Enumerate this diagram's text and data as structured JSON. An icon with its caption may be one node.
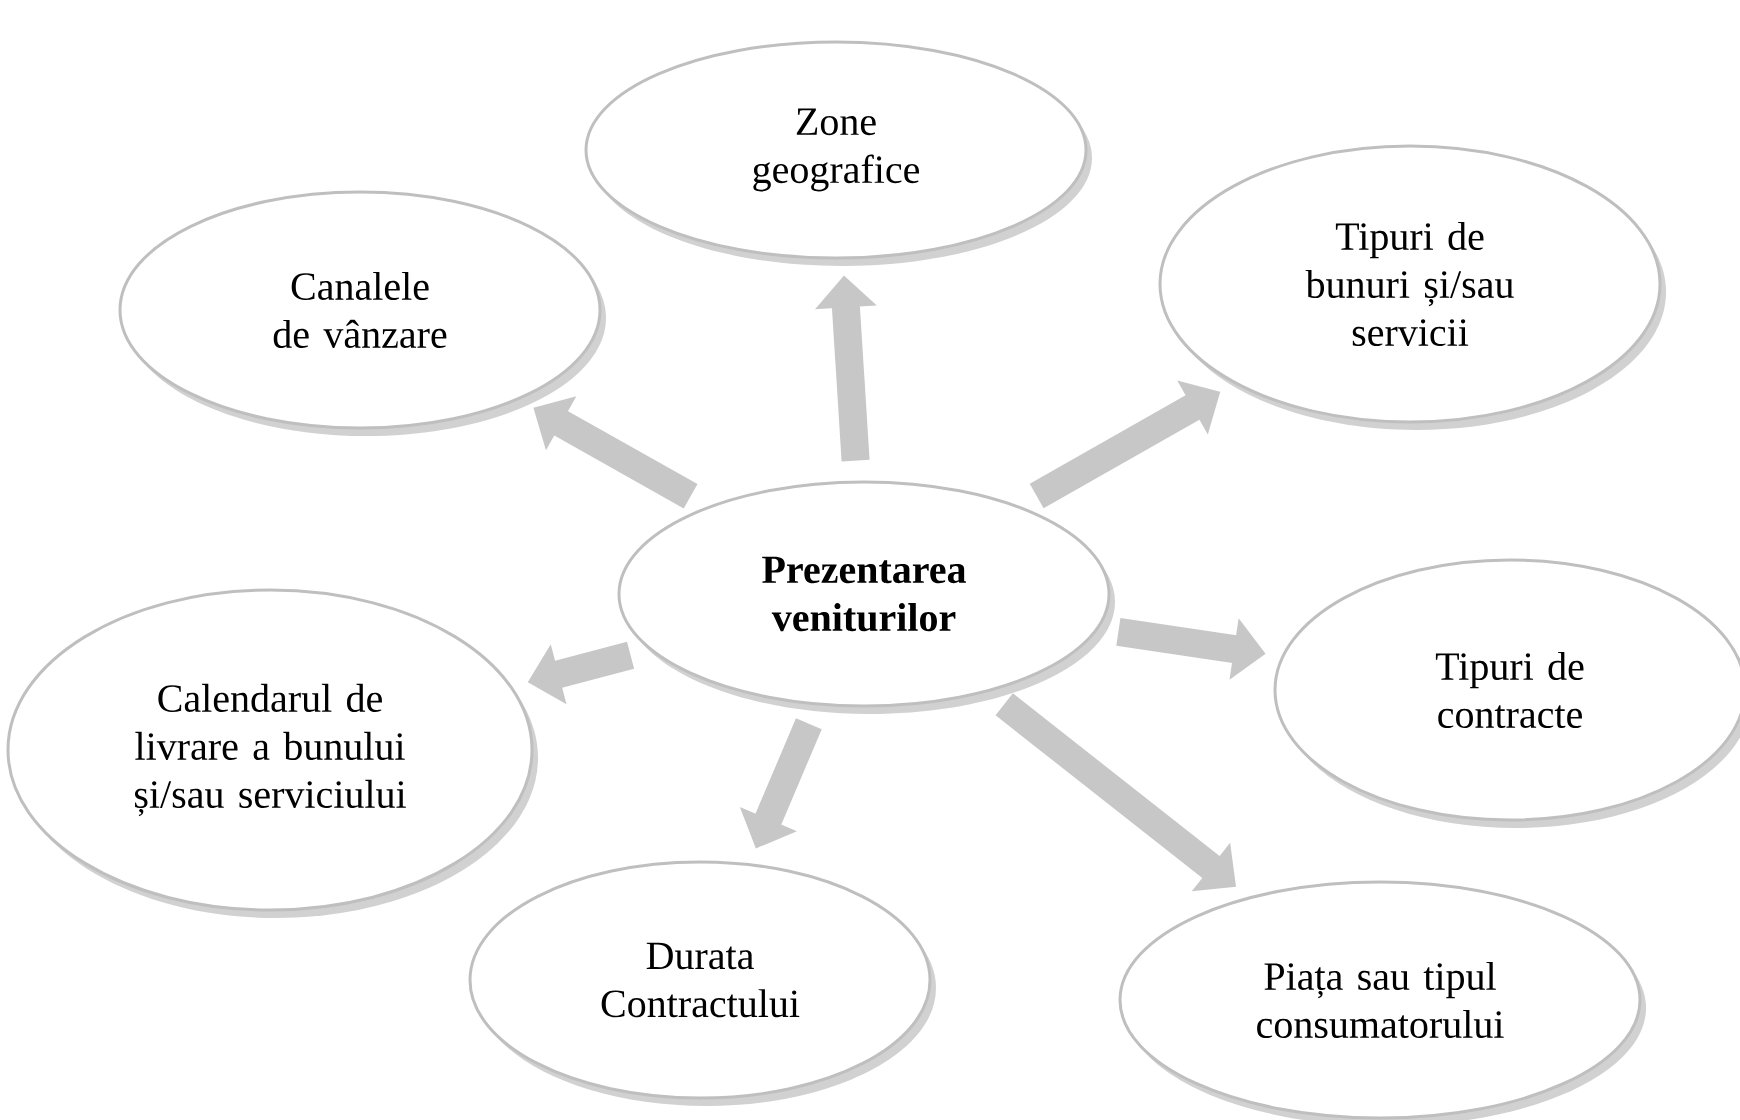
{
  "diagram": {
    "nodes": [
      {
        "text": [
          "Prezentarea veniturilor"
        ]
      },
      {
        "text": [
          "Zone geografice"
        ]
      },
      {
        "text": [
          "Tipuri de bunuri și/sau servicii"
        ]
      },
      {
        "text": [
          "Tipuri de contracte"
        ]
      },
      {
        "text": [
          "Piața sau tipul consumatorului"
        ]
      },
      {
        "text": [
          "Durata Contractului"
        ]
      },
      {
        "text": [
          "Calendarul de livrare a bunului și/sau serviciului"
        ]
      },
      {
        "text": [
          "Canalele de vânzare"
        ]
      }
    ],
    "edges": [
      {
        "from": 0,
        "to": 1,
        "arrow": "to"
      },
      {
        "from": 0,
        "to": 2,
        "arrow": "to"
      },
      {
        "from": 0,
        "to": 3,
        "arrow": "to"
      },
      {
        "from": 0,
        "to": 4,
        "arrow": "to"
      },
      {
        "from": 0,
        "to": 5,
        "arrow": "to"
      },
      {
        "from": 0,
        "to": 6,
        "arrow": "to"
      },
      {
        "from": 0,
        "to": 7,
        "arrow": "to"
      }
    ]
  }
}
